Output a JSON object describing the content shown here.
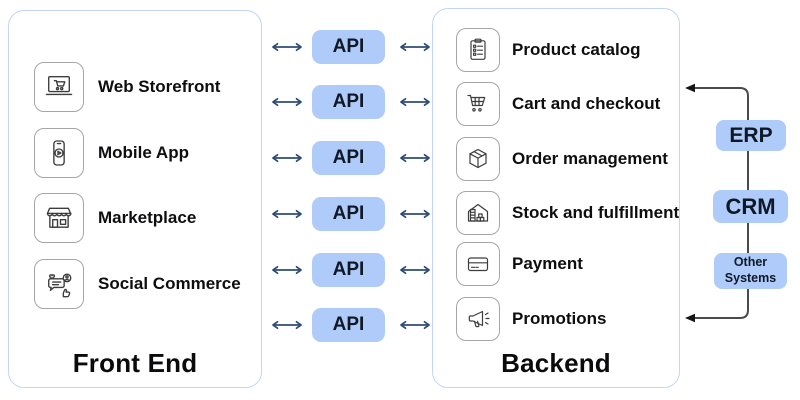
{
  "frontend": {
    "title": "Front End",
    "items": [
      {
        "label": "Web Storefront",
        "icon": "laptop-cart-icon"
      },
      {
        "label": "Mobile App",
        "icon": "mobile-play-icon"
      },
      {
        "label": "Marketplace",
        "icon": "storefront-icon"
      },
      {
        "label": "Social Commerce",
        "icon": "social-chat-icon"
      }
    ]
  },
  "api_gateway": {
    "label": "API",
    "count": 6
  },
  "backend": {
    "title": "Backend",
    "items": [
      {
        "label": "Product catalog",
        "icon": "clipboard-list-icon"
      },
      {
        "label": "Cart and checkout",
        "icon": "shopping-cart-icon"
      },
      {
        "label": "Order management",
        "icon": "package-cube-icon"
      },
      {
        "label": "Stock and fulfillment",
        "icon": "warehouse-icon"
      },
      {
        "label": "Payment",
        "icon": "credit-card-icon"
      },
      {
        "label": "Promotions",
        "icon": "megaphone-icon"
      }
    ]
  },
  "external_systems": {
    "items": [
      {
        "label": "ERP"
      },
      {
        "label": "CRM"
      },
      {
        "label": "Other Systems"
      }
    ]
  },
  "colors": {
    "pill_bg": "#aecbfa",
    "panel_border": "#c3d5f8",
    "arrow": "#2e4d74",
    "connector": "#4a4a4a",
    "arrowhead": "#151515",
    "text": "#0e0e10"
  }
}
